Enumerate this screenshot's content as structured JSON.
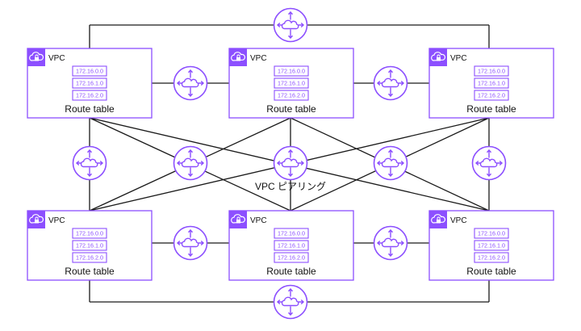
{
  "diagram": {
    "colors": {
      "accent": "#8c4fff",
      "line": "#1a1a1a",
      "background": "#ffffff"
    },
    "vpcs": [
      {
        "id": "vpc-top-left",
        "label": "VPC",
        "routes": [
          "172.16.0.0",
          "172.16.1.0",
          "172.16.2.0"
        ],
        "caption": "Route table",
        "icon": "vpc-cloud-lock-icon"
      },
      {
        "id": "vpc-top-center",
        "label": "VPC",
        "routes": [
          "172.16.0.0",
          "172.16.1.0",
          "172.16.2.0"
        ],
        "caption": "Route table",
        "icon": "vpc-cloud-lock-icon"
      },
      {
        "id": "vpc-top-right",
        "label": "VPC",
        "routes": [
          "172.16.0.0",
          "172.16.1.0",
          "172.16.2.0"
        ],
        "caption": "Route table",
        "icon": "vpc-cloud-lock-icon"
      },
      {
        "id": "vpc-bottom-left",
        "label": "VPC",
        "routes": [
          "172.16.0.0",
          "172.16.1.0",
          "172.16.2.0"
        ],
        "caption": "Route table",
        "icon": "vpc-cloud-lock-icon"
      },
      {
        "id": "vpc-bottom-center",
        "label": "VPC",
        "routes": [
          "172.16.0.0",
          "172.16.1.0",
          "172.16.2.0"
        ],
        "caption": "Route table",
        "icon": "vpc-cloud-lock-icon"
      },
      {
        "id": "vpc-bottom-right",
        "label": "VPC",
        "routes": [
          "172.16.0.0",
          "172.16.1.0",
          "172.16.2.0"
        ],
        "caption": "Route table",
        "icon": "vpc-cloud-lock-icon"
      }
    ],
    "peering_connections": [
      {
        "id": "peer-top-outer",
        "between": [
          "vpc-top-left",
          "vpc-top-right"
        ]
      },
      {
        "id": "peer-bottom-outer",
        "between": [
          "vpc-bottom-left",
          "vpc-bottom-right"
        ]
      },
      {
        "id": "peer-top-left-center",
        "between": [
          "vpc-top-left",
          "vpc-top-center"
        ]
      },
      {
        "id": "peer-top-center-right",
        "between": [
          "vpc-top-center",
          "vpc-top-right"
        ]
      },
      {
        "id": "peer-bottom-left-center",
        "between": [
          "vpc-bottom-left",
          "vpc-bottom-center"
        ]
      },
      {
        "id": "peer-bottom-center-right",
        "between": [
          "vpc-bottom-center",
          "vpc-bottom-right"
        ]
      },
      {
        "id": "peer-left-vertical",
        "between": [
          "vpc-top-left",
          "vpc-bottom-left"
        ]
      },
      {
        "id": "peer-right-vertical",
        "between": [
          "vpc-top-right",
          "vpc-bottom-right"
        ]
      },
      {
        "id": "peer-center-vertical",
        "between": [
          "vpc-top-center",
          "vpc-bottom-center"
        ]
      },
      {
        "id": "peer-diag-left",
        "between": [
          "vpc-top-center",
          "vpc-bottom-left"
        ]
      },
      {
        "id": "peer-diag-right",
        "between": [
          "vpc-top-center",
          "vpc-bottom-right"
        ]
      }
    ],
    "peering_icon": "vpc-peering-icon",
    "center_label": "VPC ピアリング"
  }
}
